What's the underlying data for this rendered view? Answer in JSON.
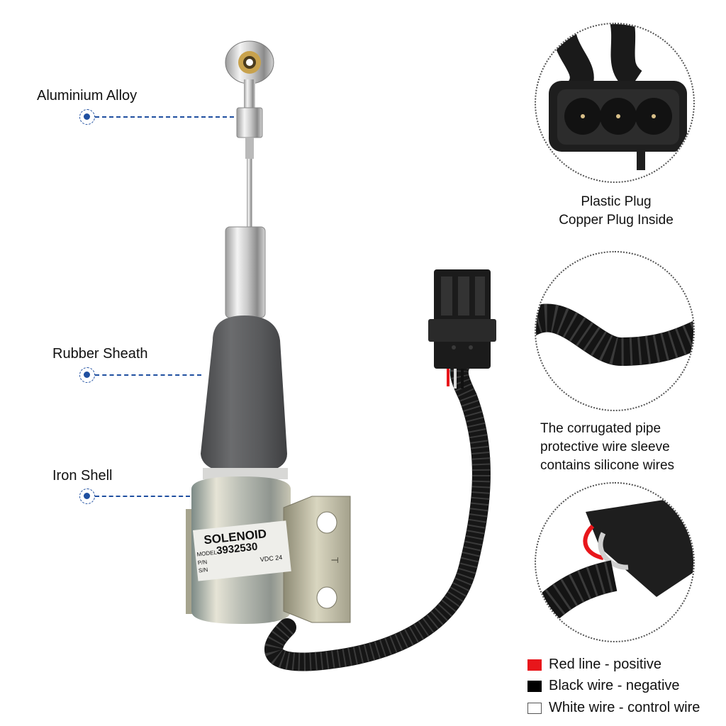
{
  "callouts": [
    {
      "label": "Aluminium Alloy"
    },
    {
      "label": "Rubber Sheath"
    },
    {
      "label": "Iron Shell"
    }
  ],
  "solenoid_label": {
    "brand": "SOLENOID",
    "model_prefix": "MODEL",
    "model": "3932530",
    "pn": "P/N",
    "sn": "S/N",
    "voltage": "VDC 24"
  },
  "details": [
    {
      "caption_lines": [
        "Plastic Plug",
        "Copper Plug Inside"
      ]
    },
    {
      "caption_lines": [
        "The corrugated pipe",
        "protective wire sleeve",
        "contains silicone wires"
      ]
    },
    {
      "caption_lines": []
    }
  ],
  "connector_mark": "T",
  "legend": [
    {
      "text": "Red line - positive",
      "color": "#e8161b"
    },
    {
      "text": "Black wire - negative",
      "color": "#000000"
    },
    {
      "text": "White wire - control wire",
      "color": "#ffffff"
    }
  ],
  "colors": {
    "accent": "#1f4fa0",
    "rubber": "#595a5c",
    "wire": "#161616"
  }
}
